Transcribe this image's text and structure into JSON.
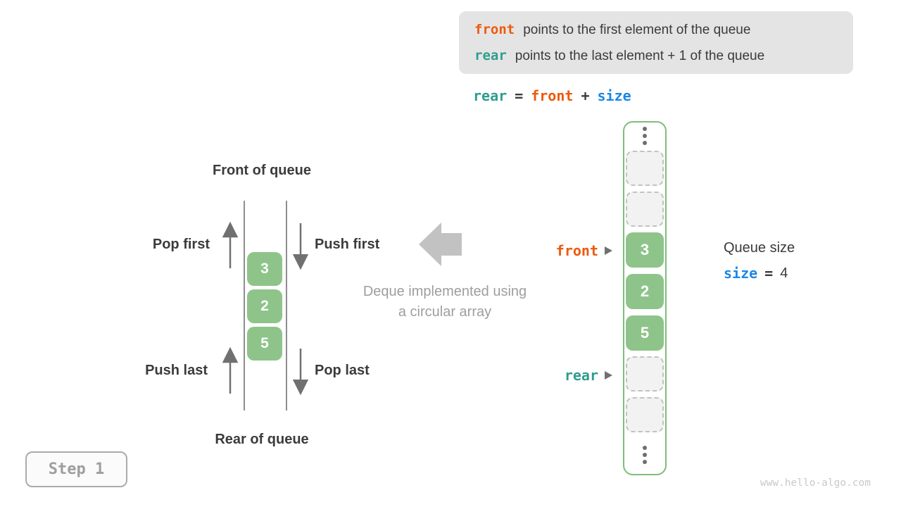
{
  "info_box": {
    "line1": {
      "code": "front",
      "text": "points to the first element of the queue"
    },
    "line2": {
      "code": "rear",
      "text": "points to the last element + 1 of the queue"
    }
  },
  "equation": {
    "lhs": "rear",
    "eq": "=",
    "op1": "front",
    "plus": "+",
    "op2": "size"
  },
  "left_diagram": {
    "front_label": "Front of queue",
    "rear_label": "Rear of queue",
    "pop_first": "Pop first",
    "push_first": "Push first",
    "push_last": "Push last",
    "pop_last": "Pop last",
    "stack": [
      "3",
      "2",
      "5"
    ]
  },
  "caption": {
    "line1": "Deque implemented using",
    "line2": "a circular array"
  },
  "array": {
    "front_pointer": "front",
    "rear_pointer": "rear",
    "cells": [
      {
        "value": "",
        "state": "empty"
      },
      {
        "value": "",
        "state": "empty"
      },
      {
        "value": "3",
        "state": "filled"
      },
      {
        "value": "2",
        "state": "filled"
      },
      {
        "value": "5",
        "state": "filled"
      },
      {
        "value": "",
        "state": "empty"
      },
      {
        "value": "",
        "state": "empty"
      }
    ]
  },
  "queue_size": {
    "title": "Queue size",
    "var": "size",
    "eq": "=",
    "value": "4"
  },
  "step": {
    "label": "Step 1"
  },
  "page": {
    "watermark": "www.hello-algo.com"
  },
  "colors": {
    "front_accent": "#ed5a0e",
    "rear_accent": "#2e9d8e",
    "size_accent": "#1d87e4",
    "cell_green": "#8ec48a",
    "array_border_green": "#7cbd7c",
    "legend_background": "#e4e4e4",
    "muted_text": "#9e9e9e",
    "dark_text": "#3b3b3b"
  }
}
